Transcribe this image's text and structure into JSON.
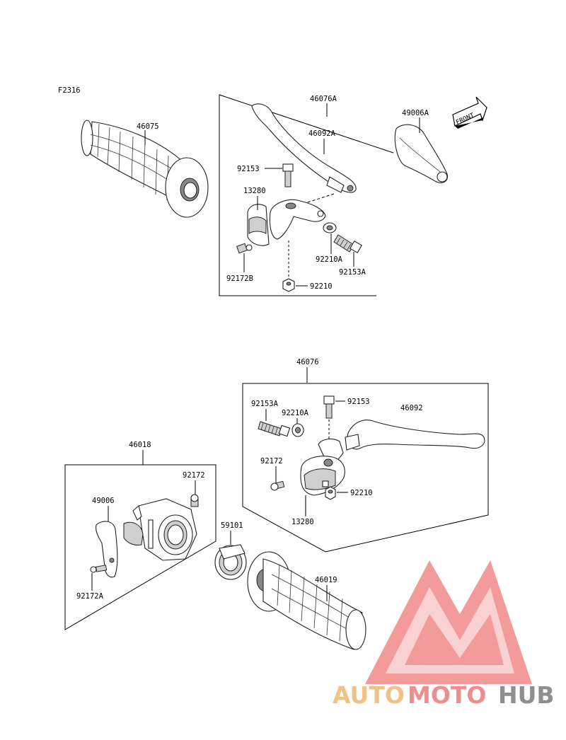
{
  "figure_code": "F2316",
  "front_indicator": "FRONT",
  "top_assembly": {
    "labels": {
      "grip_left": "46075",
      "lever_assembly": "46076A",
      "lever": "46092A",
      "lever_cover": "49006A",
      "bolt": "92153",
      "holder": "13280",
      "screw_holder": "92172B",
      "adjuster_nut": "92210A",
      "adjuster_bolt": "92153A",
      "nut": "92210"
    }
  },
  "bottom_assembly": {
    "labels": {
      "lever_assembly": "46076",
      "adjuster_bolt": "92153A",
      "adjuster_nut": "92210A",
      "bolt": "92153",
      "lever": "46092",
      "screw_holder": "92172",
      "nut": "92210",
      "holder": "13280",
      "throttle_case_assembly": "46018",
      "screw_case": "92172",
      "throttle_cover": "49006",
      "screw_cover": "92172A",
      "throttle_pulley": "59101",
      "grip_right": "46019"
    }
  },
  "watermark": {
    "part1": "AUTO",
    "part2": "MOTO",
    "part3": "HUB",
    "color_auto": "#f2c186",
    "color_moto": "#ef8e8e",
    "color_hub": "#8f8f8f",
    "logo_color": "#ef6f6f"
  }
}
